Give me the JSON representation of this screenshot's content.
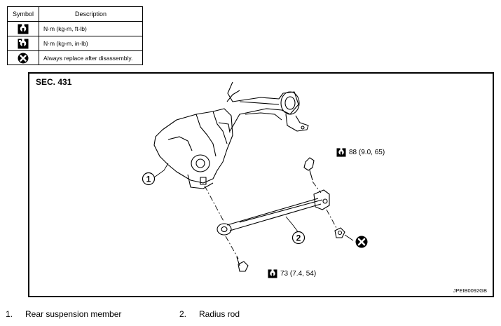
{
  "legend": {
    "header_symbol": "Symbol",
    "header_description": "Description",
    "rows": [
      {
        "icon": "torque-wrench-icon",
        "text": "N·m (kg-m, ft-lb)"
      },
      {
        "icon": "torque-wrench-small-icon",
        "text": "N·m (kg-m, in-lb)"
      },
      {
        "icon": "replace-x-icon",
        "text": "Always replace after disassembly."
      }
    ]
  },
  "figure": {
    "section": "SEC. 431",
    "figure_id": "JPEIB0092GB",
    "callouts": [
      "1",
      "2"
    ],
    "torque_labels": [
      "88 (9.0, 65)",
      "73 (7.4, 54)"
    ]
  },
  "parts": [
    {
      "num": "1.",
      "name": "Rear suspension member"
    },
    {
      "num": "2.",
      "name": "Radius rod"
    }
  ]
}
